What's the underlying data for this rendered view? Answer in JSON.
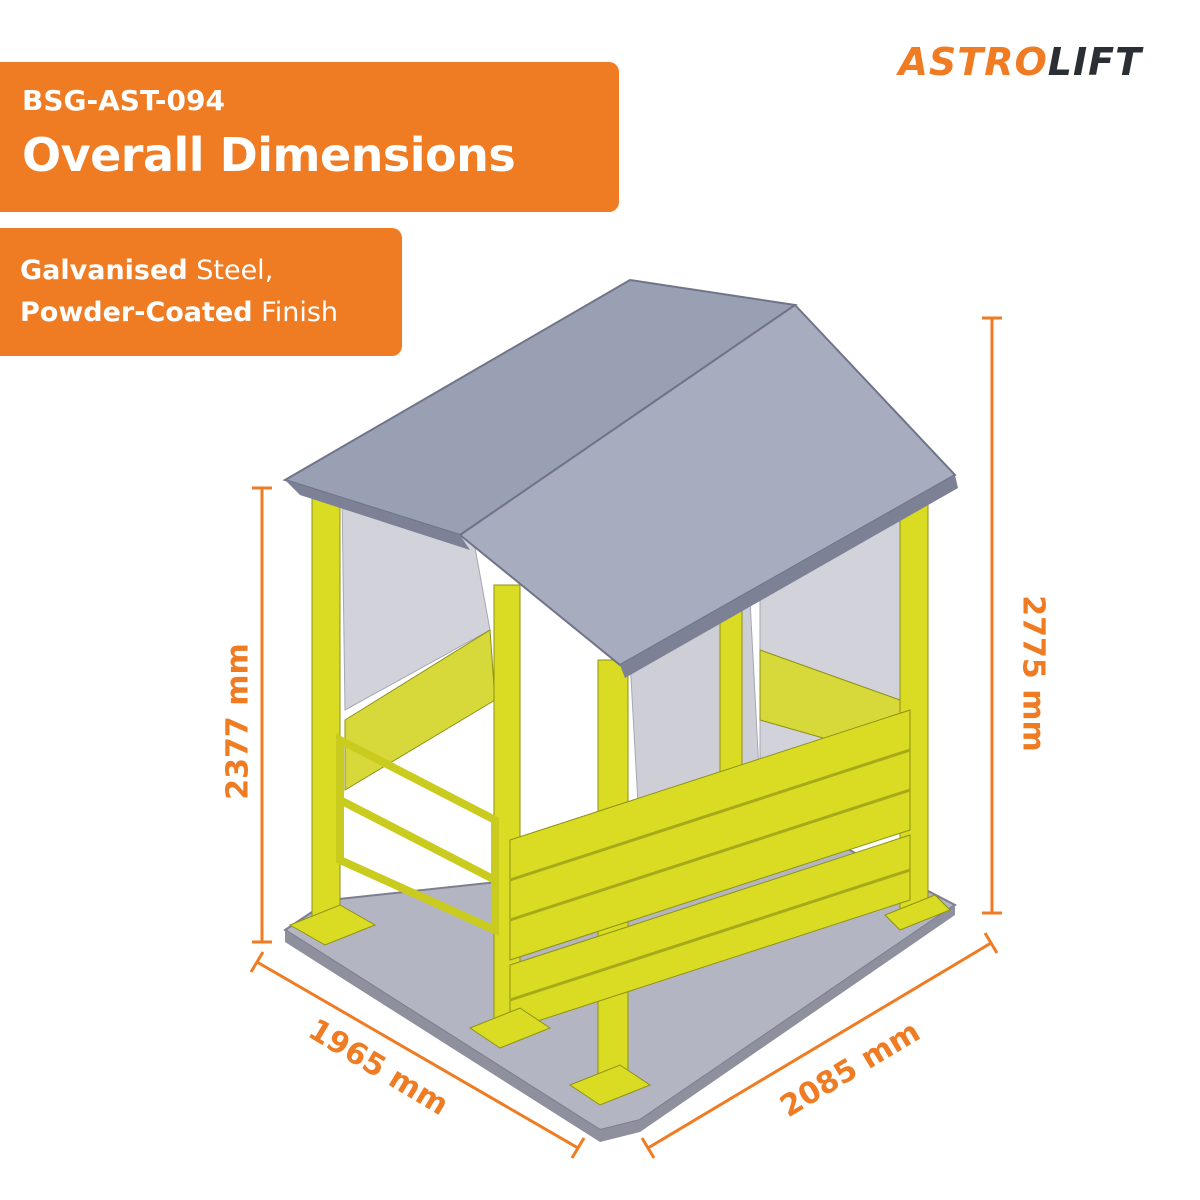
{
  "brand": {
    "part1": "ASTRO",
    "part2": "LIFT"
  },
  "product": {
    "code": "BSG-AST-094",
    "title": "Overall Dimensions"
  },
  "finish": {
    "line1_bold": "Galvanised",
    "line1_rest": " Steel,",
    "line2_bold": "Powder-Coated",
    "line2_rest": " Finish"
  },
  "dimensions": {
    "height_post": "2377 mm",
    "height_total": "2775 mm",
    "depth": "1965 mm",
    "width": "2085 mm"
  },
  "colors": {
    "accent": "#ef7b23",
    "post_yellow": "#d9dc22",
    "roof_gray": "#9aa0b3"
  }
}
